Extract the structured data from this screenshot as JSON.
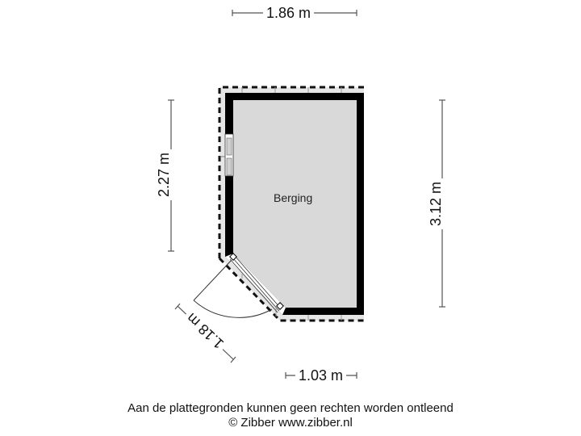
{
  "floorplan": {
    "room": {
      "name": "Berging",
      "fill": "#d9d9d9"
    },
    "dimensions": {
      "top_width": "1.86 m",
      "left_height": "2.27 m",
      "right_height": "3.12 m",
      "bottom_width": "1.03 m",
      "diagonal": "1.18 m"
    },
    "colors": {
      "wall": "#000000",
      "dashed_outline": "#111111",
      "outer_strip": "#e6e6e6",
      "dim_line": "#555555"
    }
  },
  "footer": {
    "disclaimer": "Aan de plattegronden kunnen geen rechten worden ontleend",
    "copyright": "© Zibber www.zibber.nl"
  }
}
